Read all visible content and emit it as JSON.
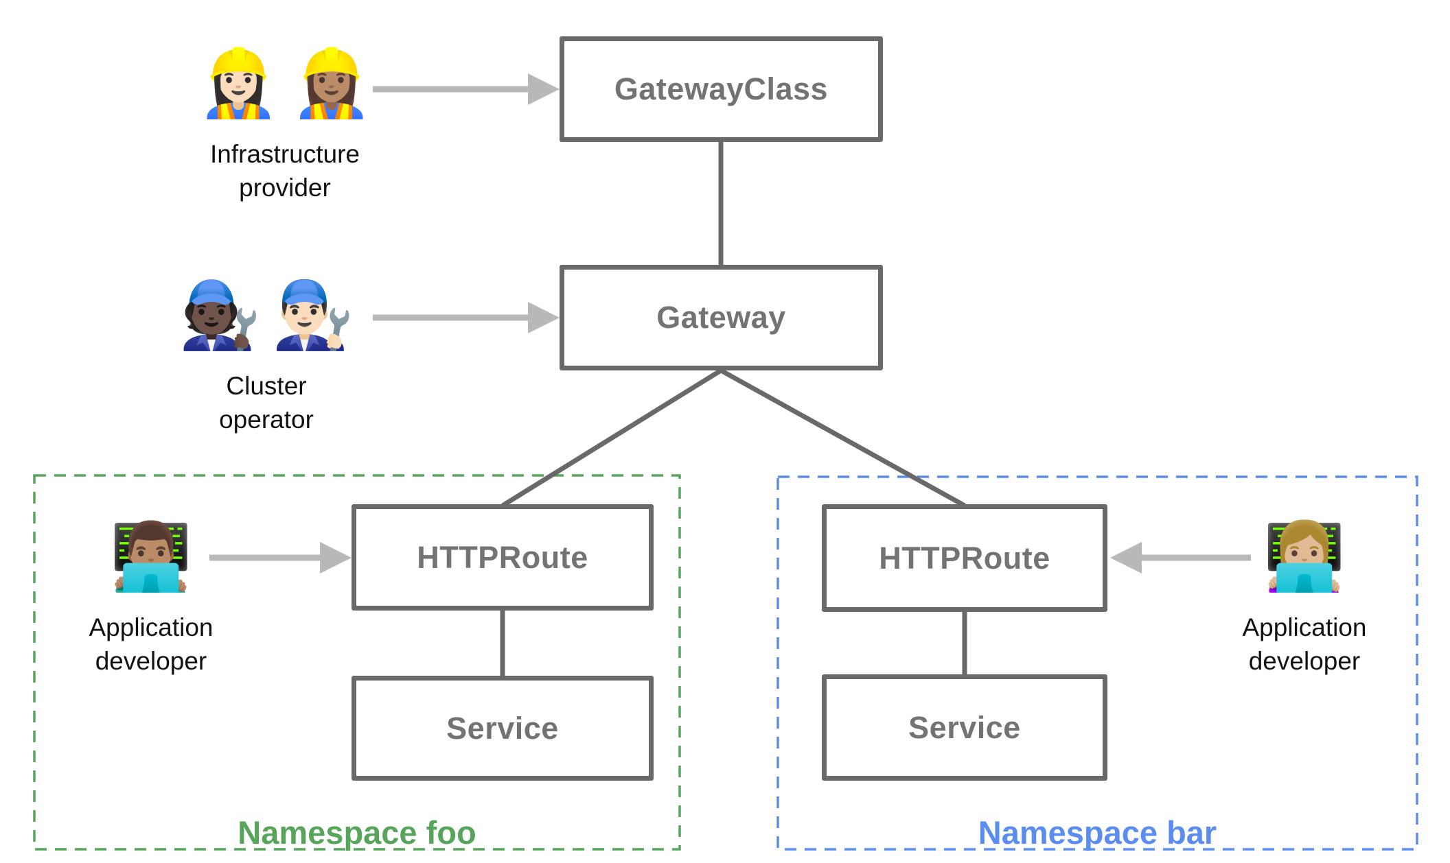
{
  "nodes": {
    "gatewayClass": {
      "label": "GatewayClass"
    },
    "gateway": {
      "label": "Gateway"
    },
    "httprouteFoo": {
      "label": "HTTPRoute"
    },
    "serviceFoo": {
      "label": "Service"
    },
    "httprouteBar": {
      "label": "HTTPRoute"
    },
    "serviceBar": {
      "label": "Service"
    }
  },
  "personas": {
    "infrastructureProvider": {
      "emoji1": "👷🏻‍♀️",
      "emoji2": "👷🏽‍♀️",
      "line1": "Infrastructure",
      "line2": "provider"
    },
    "clusterOperator": {
      "emoji1": "🧑🏿‍🔧",
      "emoji2": "👨🏻‍🔧",
      "line1": "Cluster",
      "line2": "operator"
    },
    "appDeveloperFoo": {
      "emoji1": "👨🏽‍💻",
      "line1": "Application",
      "line2": "developer"
    },
    "appDeveloperBar": {
      "emoji1": "👩🏼‍💻",
      "line1": "Application",
      "line2": "developer"
    }
  },
  "namespaces": {
    "foo": {
      "label": "Namespace foo",
      "accent": "#57a55b"
    },
    "bar": {
      "label": "Namespace bar",
      "accent": "#5b8def"
    }
  },
  "colors": {
    "boxBorder": "#696969",
    "boxText": "#737373",
    "connector": "#696969",
    "arrow": "#b8b8b8",
    "personaText": "#111111"
  }
}
